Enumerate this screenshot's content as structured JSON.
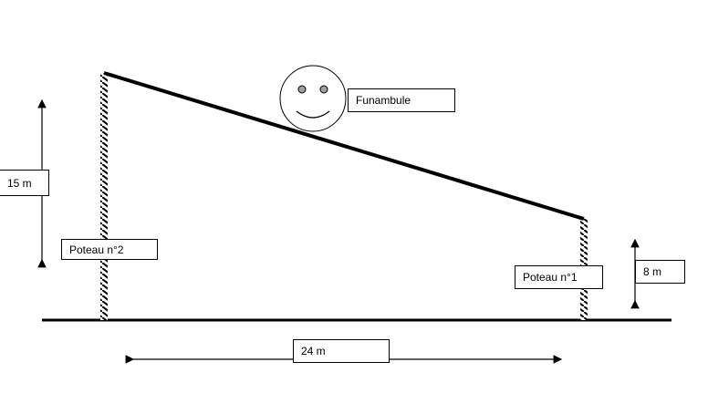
{
  "labels": {
    "funambule": "Funambule",
    "pole2": "Poteau n°2",
    "pole1": "Poteau n°1",
    "height_pole2": "15 m",
    "height_pole1": "8 m",
    "distance": "24 m"
  },
  "colors": {
    "line": "#000000",
    "eyes": "#a0a0a0"
  }
}
